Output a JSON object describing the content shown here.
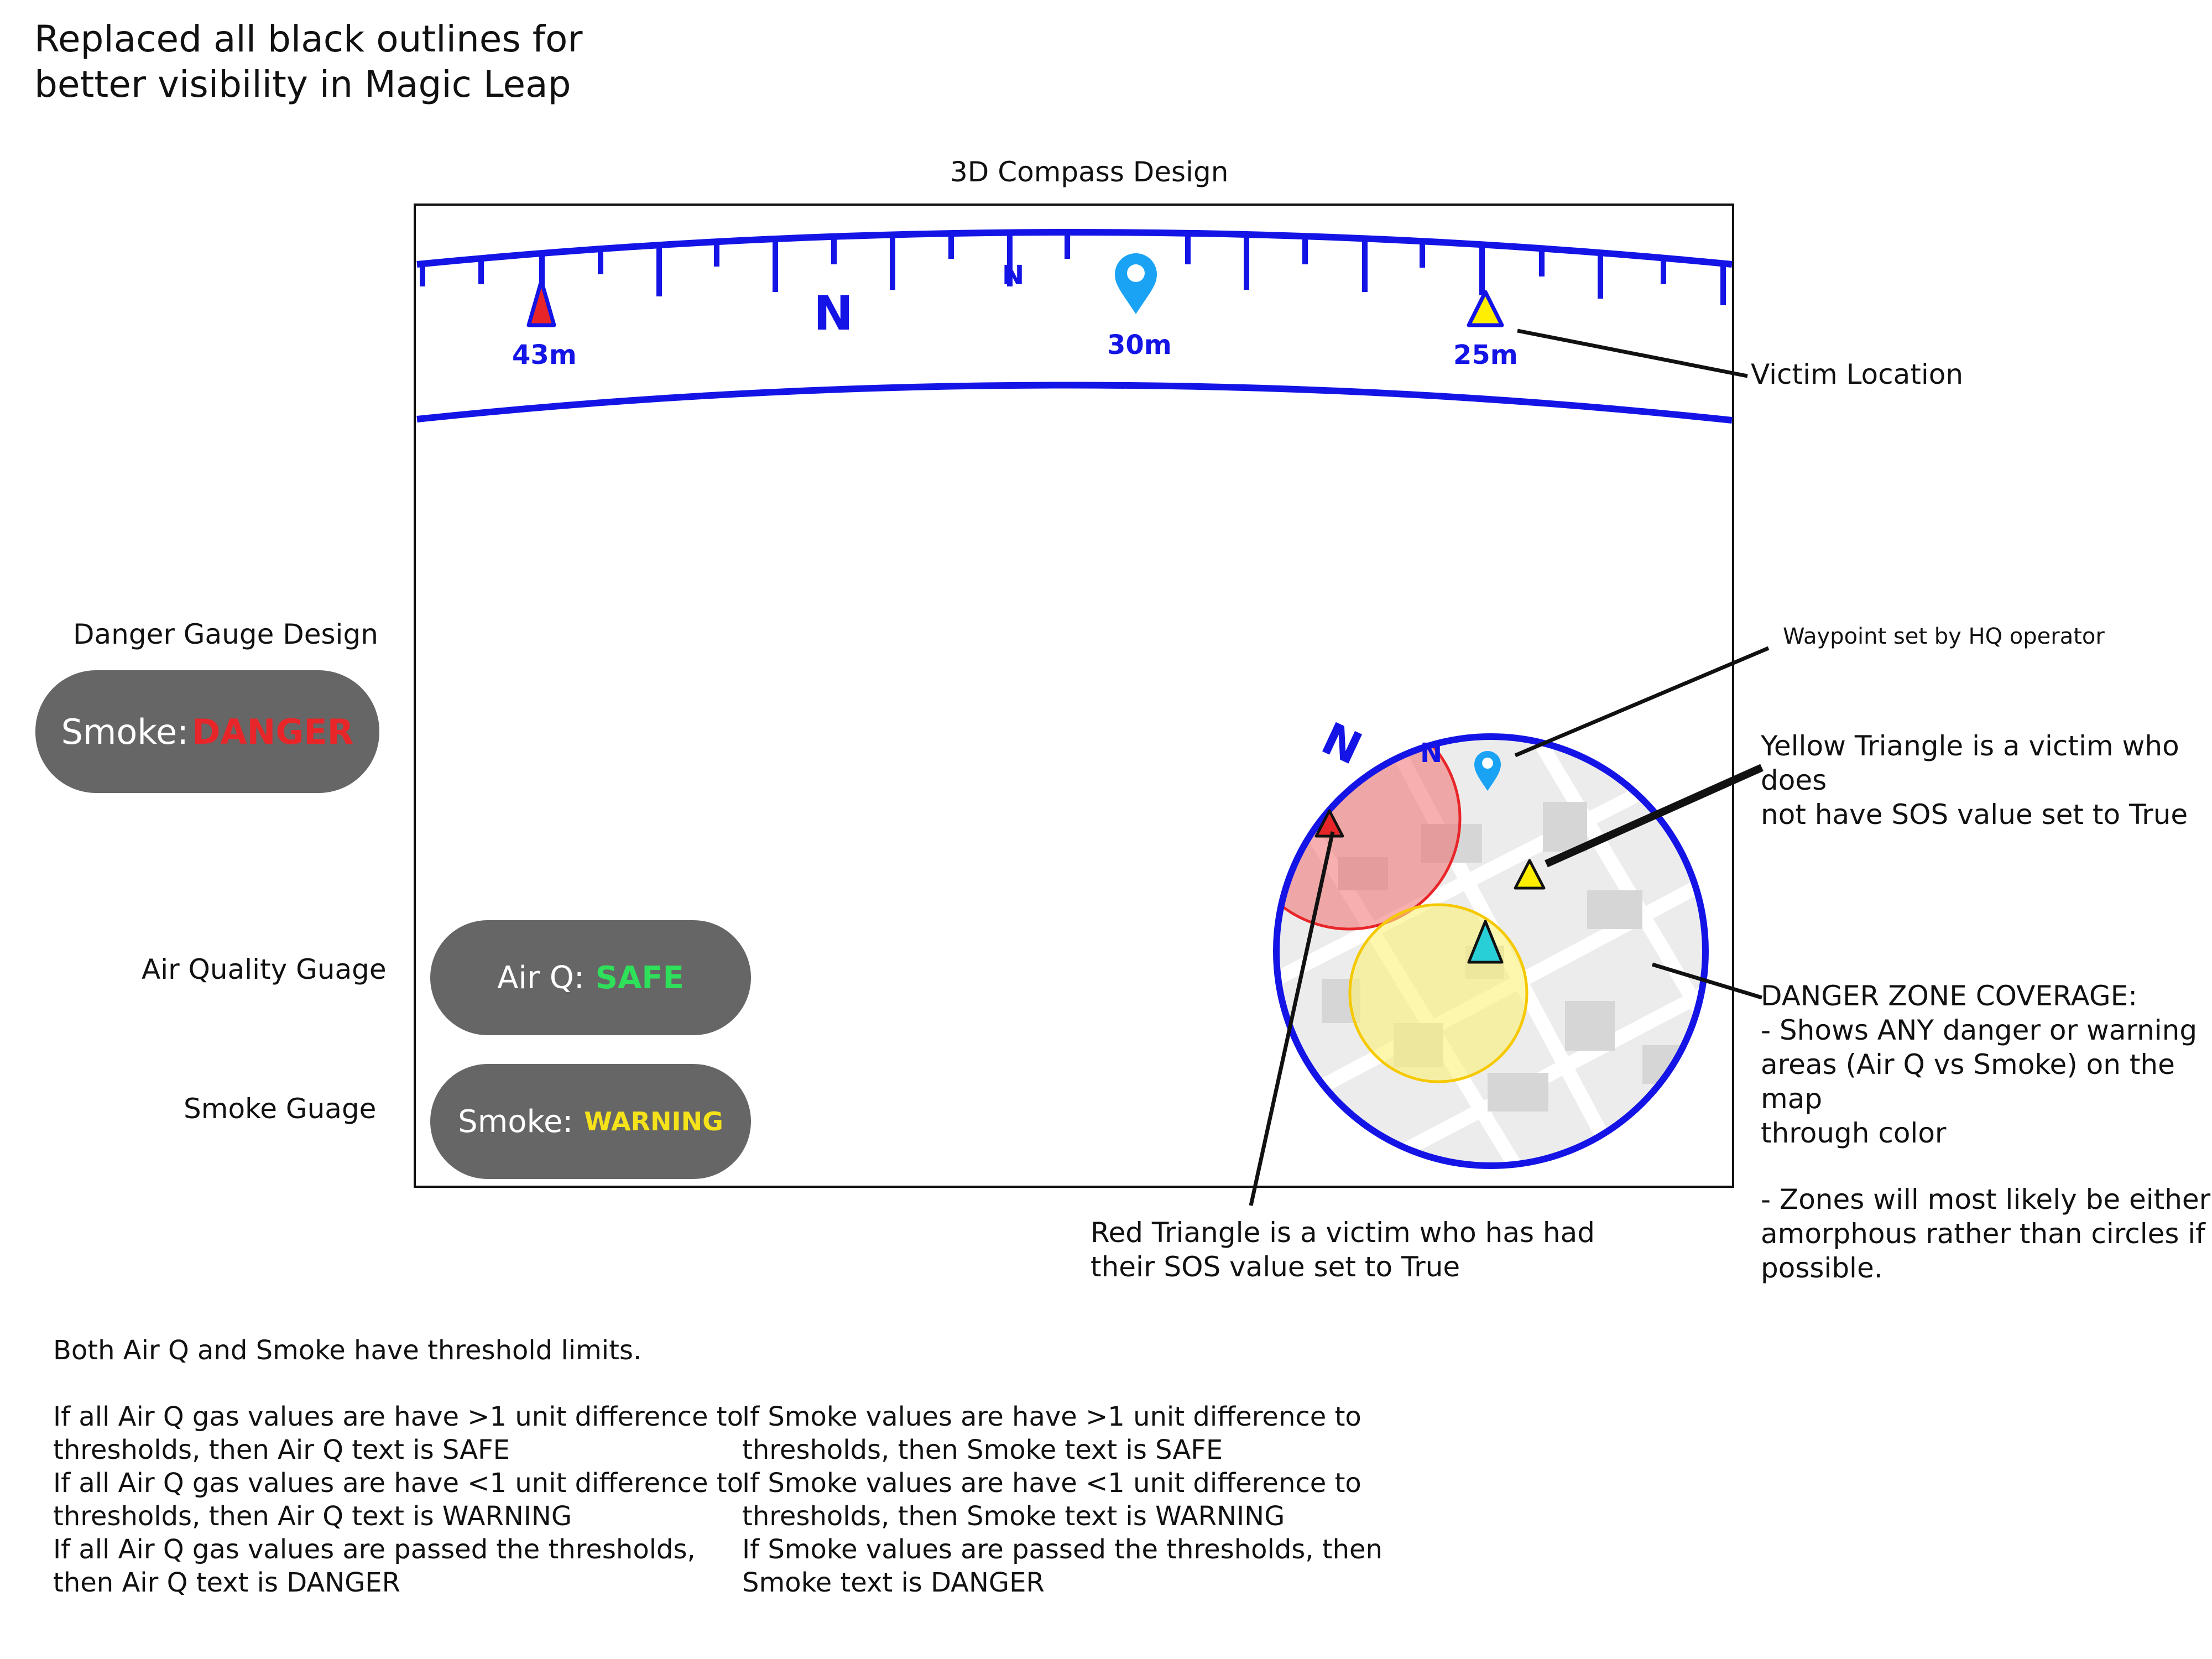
{
  "title_line1": "Replaced all black outlines for",
  "title_line2": "better visibility in Magic Leap",
  "compass": {
    "caption": "3D Compass Design",
    "north_big": "N",
    "north_small": "N",
    "markers": [
      {
        "distance": "43m",
        "type": "red-triangle",
        "color": "#e8262a"
      },
      {
        "distance": "30m",
        "type": "blue-pin",
        "color": "#1aa3f5"
      },
      {
        "distance": "25m",
        "type": "yellow-triangle",
        "color": "#ffee00"
      }
    ],
    "stroke_color": "#1414e6"
  },
  "annotations": {
    "victim_location": "Victim Location",
    "waypoint": "Waypoint set by HQ operator",
    "yellow_triangle_line1": "Yellow Triangle is a victim who does",
    "yellow_triangle_line2": "not have SOS value set to True",
    "danger_zone_title": "DANGER ZONE COVERAGE:",
    "danger_zone_line1": "- Shows ANY danger or warning",
    "danger_zone_line2": "areas (Air Q vs Smoke) on the map",
    "danger_zone_line3": "through color",
    "danger_zone_line4": "- Zones will most likely be either",
    "danger_zone_line5": "amorphous rather than circles if",
    "danger_zone_line6": "possible.",
    "red_triangle_line1": "Red Triangle is a victim who has had",
    "red_triangle_line2": "their SOS value set to True"
  },
  "danger_gauge": {
    "caption": "Danger Gauge Design",
    "label": "Smoke:",
    "status": "DANGER",
    "status_color": "#e8262a"
  },
  "air_quality_gauge": {
    "caption": "Air Quality Guage",
    "label": "Air Q:",
    "status": "SAFE",
    "status_color": "#2ee05a"
  },
  "smoke_gauge": {
    "caption": "Smoke Guage",
    "label": "Smoke:",
    "status": "WARNING",
    "status_color": "#f5e21a"
  },
  "minimap": {
    "north_big": "N",
    "north_small": "N"
  },
  "notes": {
    "intro": "Both Air Q and Smoke have threshold limits.",
    "air_q": "If all Air Q gas values are have >1 unit difference to\nthresholds, then Air Q text is SAFE\nIf all Air Q gas values are have <1 unit difference to\nthresholds, then Air Q text is WARNING\nIf all Air Q gas values are passed the thresholds,\nthen Air Q text is DANGER",
    "smoke": "If Smoke values are have >1 unit difference to\nthresholds, then Smoke text is SAFE\nIf Smoke values are have <1 unit difference to\nthresholds, then Smoke text is WARNING\nIf Smoke values are passed the thresholds, then\nSmoke text is DANGER"
  }
}
